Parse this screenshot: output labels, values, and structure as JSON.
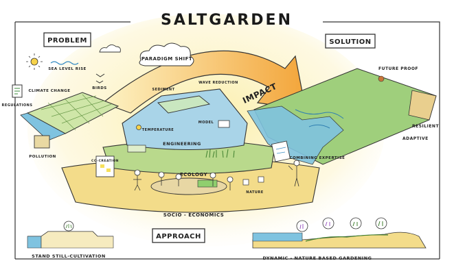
{
  "title": "SALTGARDEN",
  "sections": {
    "problem": "PROBLEM",
    "solution": "SOLUTION",
    "approach": "APPROACH",
    "impact": "IMPACT",
    "paradigm_shift": "PARADIGM SHIFT"
  },
  "problem_items": {
    "sea_level_rise": "SEA LEVEL RISE",
    "climate_change": "CLIMATE CHANGE",
    "birds": "BIRDS",
    "regulations": "REGULATIONS",
    "pollution": "POLLUTION"
  },
  "layers": {
    "engineering": "ENGINEERING",
    "ecology": "ECOLOGY",
    "socio_economics": "SOCIO - ECONOMICS"
  },
  "pyramid_items": {
    "sediment": "SEDIMENT",
    "wave_reduction": "WAVE REDUCTION",
    "temperature": "TEMPERATURE",
    "model": "MODEL",
    "co_creation": "CO-CREATION",
    "combining_expertise": "COMBINING EXPERTISE",
    "nature": "NATURE"
  },
  "solution_items": {
    "future_proof": "FUTURE PROOF",
    "resilient": "RESILIENT",
    "adaptive": "ADAPTIVE"
  },
  "bottom": {
    "left_caption": "STAND STILL-CULTIVATION",
    "right_caption": "DYNAMIC - NATURE BASED GARDENING"
  },
  "colors": {
    "sky_yellow": "#fbeea6",
    "arrow_orange": "#f3a53a",
    "engineering_blue": "#a9d4e8",
    "ecology_green": "#b9d98c",
    "socio_yellow": "#f3dc8a",
    "water_blue": "#7fc3e0",
    "marsh_green": "#9fcf7c"
  }
}
